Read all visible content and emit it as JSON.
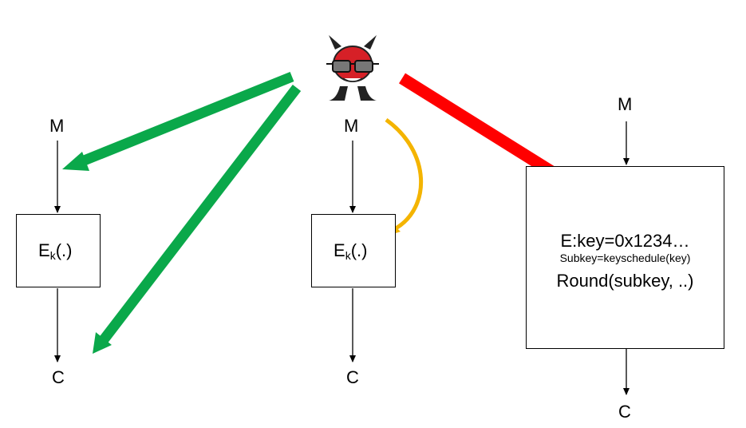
{
  "labels": {
    "m": "M",
    "c": "C",
    "e": "E",
    "k": "k",
    "arg": "(.)"
  },
  "impl_box": {
    "line1": "E:key=0x1234…",
    "line2": "Subkey=keyschedule(key)",
    "line3": "Round(subkey, ..)"
  },
  "colors": {
    "green": "#0aa84a",
    "red": "#ff0000",
    "orange": "#f4b400",
    "devil_body": "#d62027"
  },
  "icons": [
    "devil-attacker-icon"
  ]
}
